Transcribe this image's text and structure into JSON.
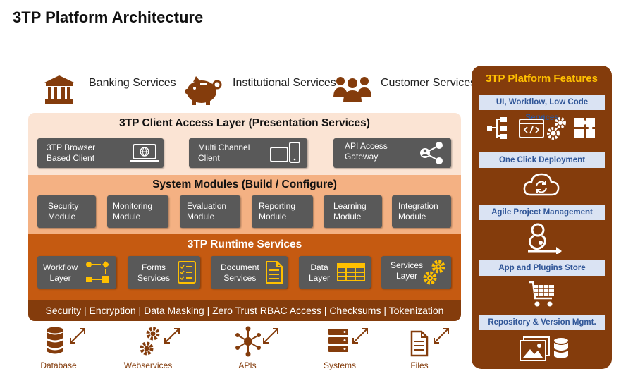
{
  "title": "3TP Platform Architecture",
  "services": [
    {
      "label": "Banking\nServices",
      "icon": "bank-icon"
    },
    {
      "label": "Institutional\nServices",
      "icon": "piggy-bank-icon"
    },
    {
      "label": "Customer\nServices",
      "icon": "customers-icon"
    }
  ],
  "client_layer": {
    "title": "3TP Client Access Layer (Presentation Services)",
    "items": [
      {
        "label": "3TP Browser\nBased Client",
        "icon": "laptop-globe-icon"
      },
      {
        "label": "Multi Channel\nClient",
        "icon": "devices-icon"
      },
      {
        "label": "API Access\nGateway",
        "icon": "share-icon"
      }
    ]
  },
  "modules_layer": {
    "title": "System Modules (Build / Configure)",
    "items": [
      "Security\nModule",
      "Monitoring\nModule",
      "Evaluation\nModule",
      "Reporting\nModule",
      "Learning\nModule",
      "Integration\nModule"
    ]
  },
  "runtime_layer": {
    "title": "3TP Runtime Services",
    "items": [
      {
        "label": "Workflow\nLayer",
        "icon": "workflow-icon"
      },
      {
        "label": "Forms\nServices",
        "icon": "checklist-icon"
      },
      {
        "label": "Document\nServices",
        "icon": "document-icon"
      },
      {
        "label": "Data\nLayer",
        "icon": "table-icon"
      },
      {
        "label": "Services\nLayer",
        "icon": "gears-icon"
      }
    ]
  },
  "security_bar": "Security  |  Encryption  |  Data Masking  |  Zero Trust RBAC Access  |  Checksums  |  Tokenization",
  "connectors": [
    {
      "label": "Database",
      "icon": "database-icon"
    },
    {
      "label": "Webservices",
      "icon": "gears-icon"
    },
    {
      "label": "APIs",
      "icon": "api-hub-icon"
    },
    {
      "label": "Systems",
      "icon": "server-icon"
    },
    {
      "label": "Files",
      "icon": "file-icon"
    }
  ],
  "features": {
    "title": "3TP Platform Features",
    "items": [
      {
        "label": "UI, Workflow, Low Code Services"
      },
      {
        "label": "One Click Deployment"
      },
      {
        "label": "Agile Project Management"
      },
      {
        "label": "App and Plugins Store"
      },
      {
        "label": "Repository & Version Mgmt."
      }
    ]
  },
  "colors": {
    "dark_brown": "#843c0c",
    "orange": "#c55a11",
    "peach": "#f4b183",
    "light_peach": "#fbe4d4",
    "gold": "#ffc000",
    "feature_bar_bg": "#dae3f3",
    "feature_bar_text": "#2f5597"
  }
}
